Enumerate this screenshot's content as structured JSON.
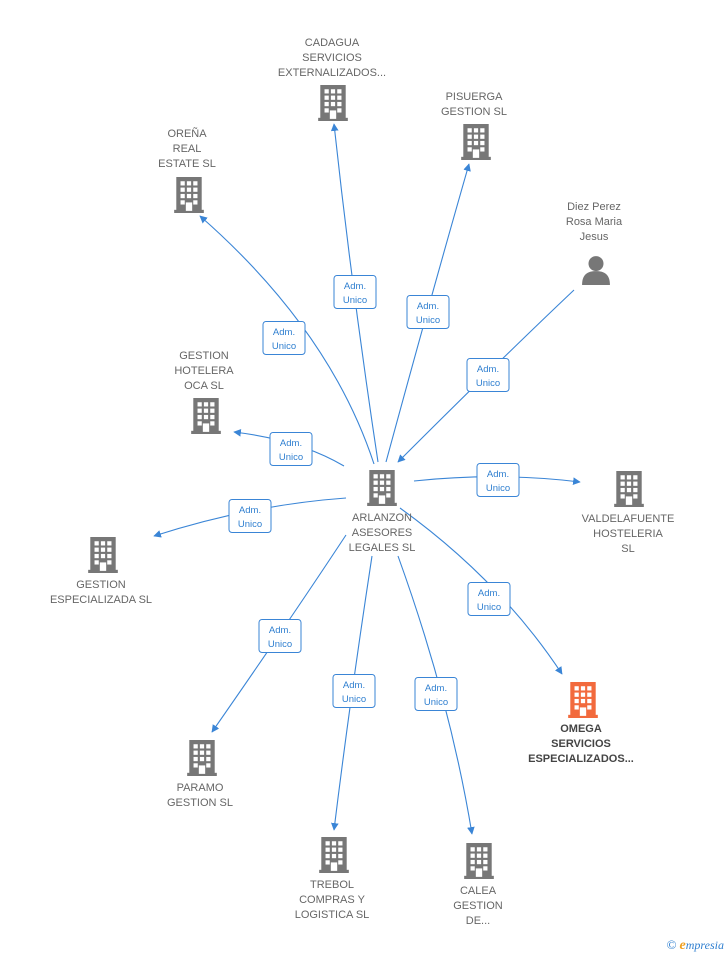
{
  "colors": {
    "edge": "#3a85d6",
    "company_icon": "#777777",
    "person_icon": "#777777",
    "highlight_icon": "#f26a3d"
  },
  "nodes": [
    {
      "id": "center",
      "type": "company",
      "lines": [
        "ARLANZON",
        "ASESORES",
        "LEGALES SL"
      ],
      "highlight": false
    },
    {
      "id": "cadagua",
      "type": "company",
      "lines": [
        "CADAGUA",
        "SERVICIOS",
        "EXTERNALIZADOS..."
      ],
      "highlight": false
    },
    {
      "id": "pisuerga",
      "type": "company",
      "lines": [
        "PISUERGA",
        "GESTION  SL"
      ],
      "highlight": false
    },
    {
      "id": "orena",
      "type": "company",
      "lines": [
        "OREÑA",
        "REAL",
        "ESTATE  SL"
      ],
      "highlight": false
    },
    {
      "id": "diez",
      "type": "person",
      "lines": [
        "Diez Perez",
        "Rosa Maria",
        "Jesus"
      ],
      "highlight": false
    },
    {
      "id": "hotelera",
      "type": "company",
      "lines": [
        "GESTION",
        "HOTELERA",
        "OCA SL"
      ],
      "highlight": false
    },
    {
      "id": "valdelafuente",
      "type": "company",
      "lines": [
        "VALDELAFUENTE",
        "HOSTELERIA",
        "SL"
      ],
      "highlight": false
    },
    {
      "id": "especializada",
      "type": "company",
      "lines": [
        "GESTION",
        "ESPECIALIZADA SL"
      ],
      "highlight": false
    },
    {
      "id": "omega",
      "type": "company",
      "lines": [
        "OMEGA",
        "SERVICIOS",
        "ESPECIALIZADOS..."
      ],
      "highlight": true
    },
    {
      "id": "paramo",
      "type": "company",
      "lines": [
        "PARAMO",
        "GESTION  SL"
      ],
      "highlight": false
    },
    {
      "id": "trebol",
      "type": "company",
      "lines": [
        "TREBOL",
        "COMPRAS Y",
        "LOGISTICA SL"
      ],
      "highlight": false
    },
    {
      "id": "calea",
      "type": "company",
      "lines": [
        "CALEA",
        "GESTION",
        "DE..."
      ],
      "highlight": false
    }
  ],
  "edges": [
    {
      "from": "center",
      "to": "cadagua",
      "label": [
        "Adm.",
        "Unico"
      ]
    },
    {
      "from": "center",
      "to": "pisuerga",
      "label": [
        "Adm.",
        "Unico"
      ]
    },
    {
      "from": "center",
      "to": "orena",
      "label": [
        "Adm.",
        "Unico"
      ]
    },
    {
      "from": "diez",
      "to": "center",
      "label": [
        "Adm.",
        "Unico"
      ]
    },
    {
      "from": "center",
      "to": "hotelera",
      "label": [
        "Adm.",
        "Unico"
      ]
    },
    {
      "from": "center",
      "to": "valdelafuente",
      "label": [
        "Adm.",
        "Unico"
      ]
    },
    {
      "from": "center",
      "to": "especializada",
      "label": [
        "Adm.",
        "Unico"
      ]
    },
    {
      "from": "center",
      "to": "omega",
      "label": [
        "Adm.",
        "Unico"
      ]
    },
    {
      "from": "center",
      "to": "paramo",
      "label": [
        "Adm.",
        "Unico"
      ]
    },
    {
      "from": "center",
      "to": "trebol",
      "label": [
        "Adm.",
        "Unico"
      ]
    },
    {
      "from": "center",
      "to": "calea",
      "label": [
        "Adm.",
        "Unico"
      ]
    }
  ],
  "watermark": {
    "copyright": "©",
    "brand_initial": "e",
    "brand_rest": "mpresia"
  }
}
